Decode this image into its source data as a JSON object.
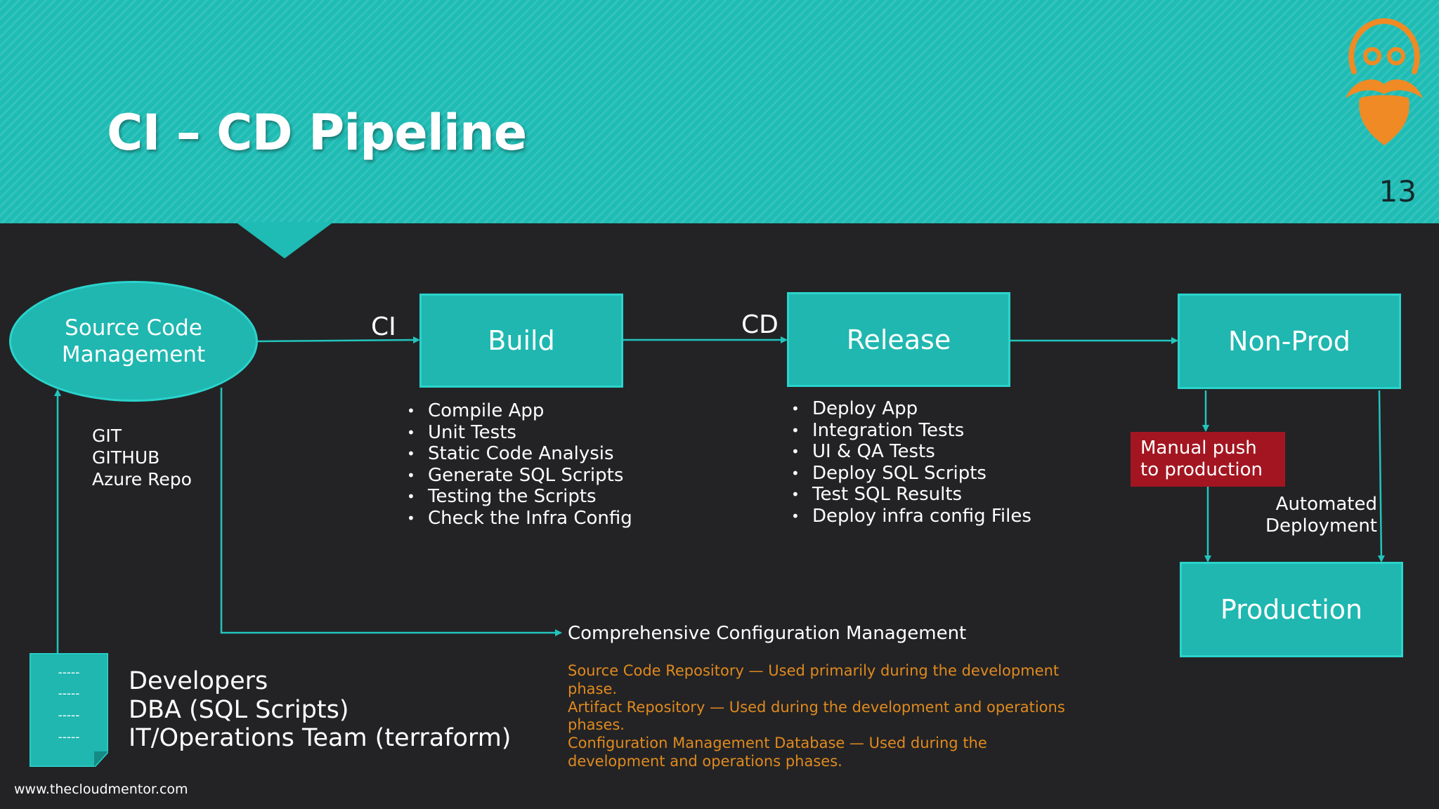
{
  "slide": {
    "title": "CI – CD Pipeline",
    "page_number": "13",
    "website": "www.thecloudmentor.com"
  },
  "colors": {
    "teal": "#1fb7b0",
    "teal_border": "#2ad4cc",
    "background": "#232325",
    "manual_push_red": "#a31621",
    "notes_orange": "#e08a1e",
    "logo_orange": "#f08a24"
  },
  "nodes": {
    "scm": {
      "line1": "Source Code",
      "line2": "Management"
    },
    "build": "Build",
    "release": "Release",
    "nonprod": "Non-Prod",
    "production": "Production"
  },
  "flow_labels": {
    "ci": "CI",
    "cd": "CD"
  },
  "scm_tools": [
    "GIT",
    "GITHUB",
    "Azure Repo"
  ],
  "build_steps": [
    "Compile App",
    "Unit Tests",
    "Static Code Analysis",
    "Generate SQL Scripts",
    "Testing the Scripts",
    "Check the Infra Config"
  ],
  "release_steps": [
    "Deploy App",
    "Integration Tests",
    "UI & QA Tests",
    "Deploy SQL Scripts",
    "Test SQL Results",
    "Deploy infra config Files"
  ],
  "manual_push": {
    "line1": "Manual push",
    "line2": "to production"
  },
  "automated": {
    "line1": "Automated",
    "line2": "Deployment"
  },
  "doc_icon_lines": [
    "-----",
    "-----",
    "-----",
    "-----"
  ],
  "team": [
    "Developers",
    "DBA (SQL Scripts)",
    "IT/Operations Team (terraform)"
  ],
  "ccm": {
    "title": "Comprehensive Configuration Management",
    "notes": [
      "Source Code Repository — Used primarily during the development phase.",
      "Artifact Repository — Used during the development and operations phases.",
      "Configuration Management Database — Used during the development and operations phases."
    ]
  },
  "icons": {
    "logo": "bearded-mentor-logo-icon",
    "document": "document-icon"
  }
}
